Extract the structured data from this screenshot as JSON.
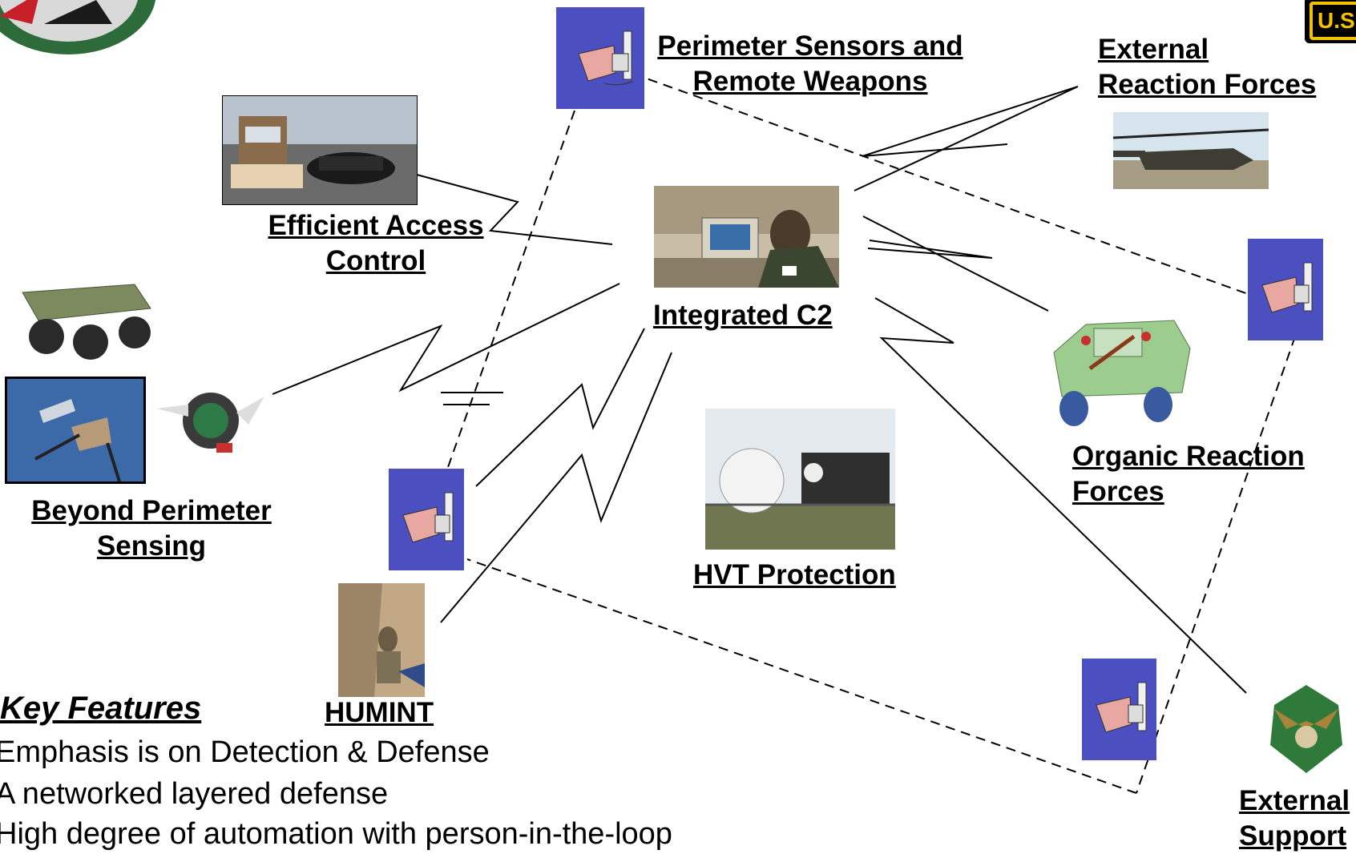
{
  "labels": {
    "perimeter_sensors": [
      "Perimeter Sensors and",
      "Remote Weapons"
    ],
    "external_reaction": [
      "External",
      "Reaction Forces"
    ],
    "access_control": [
      "Efficient Access",
      "Control"
    ],
    "integrated_c2": "Integrated C2",
    "beyond_perimeter": [
      "Beyond Perimeter",
      "Sensing"
    ],
    "organic_reaction": [
      "Organic Reaction",
      "Forces"
    ],
    "hvt_protection": "HVT Protection",
    "humint": "HUMINT",
    "external_support": [
      "External",
      "Support"
    ],
    "badge_text": "U.S"
  },
  "key_features": {
    "title": "Key Features",
    "items": [
      "Emphasis is on Detection & Defense",
      "A networked layered defense",
      "High degree of automation with person-in-the-loop"
    ]
  },
  "colors": {
    "sensor_bg": "#4b4fc0",
    "badge_yellow": "#f2c200"
  },
  "icons": [
    "logo",
    "camera-sensor-icon",
    "helicopter",
    "humvee",
    "ugv-cart",
    "uav-drone",
    "radome",
    "emblem"
  ]
}
